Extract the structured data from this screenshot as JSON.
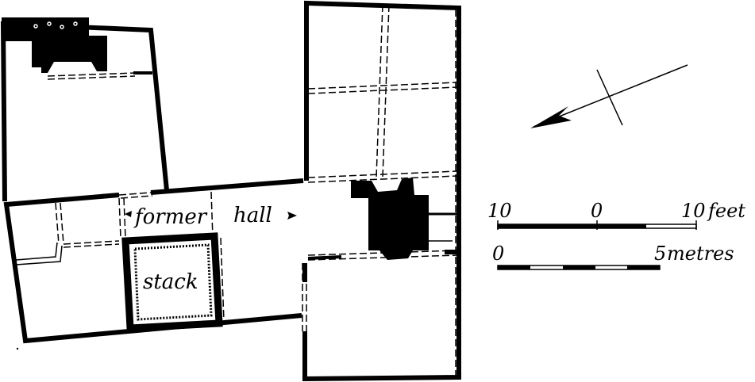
{
  "labels": {
    "former": "former",
    "hall": "hall",
    "stack": "stack"
  },
  "scale": {
    "feet_left": "10",
    "feet_mid": "0",
    "feet_right": "10",
    "feet_unit": "feet",
    "metres_left": "0",
    "metres_right": "5",
    "metres_unit": "metres"
  },
  "colors": {
    "ink": "#000000",
    "paper": "#ffffff"
  },
  "icons": {
    "north_arrow": "north-arrow-icon"
  }
}
